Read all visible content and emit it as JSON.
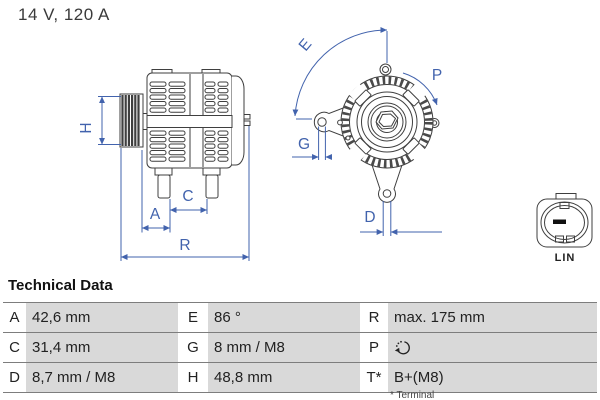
{
  "header": {
    "rating": "14 V, 120 A"
  },
  "diagram": {
    "dim_labels": {
      "H": "H",
      "A": "A",
      "C": "C",
      "R": "R",
      "E": "E",
      "G": "G",
      "P": "P",
      "D": "D"
    },
    "connector": {
      "label": "LIN"
    },
    "colors": {
      "line": "#3f3f3f",
      "dimension": "#4263ad"
    }
  },
  "table": {
    "title": "Technical Data",
    "rows": [
      [
        {
          "label": "A",
          "value": "42,6 mm"
        },
        {
          "label": "E",
          "value": "86 °"
        },
        {
          "label": "R",
          "value": "max. 175 mm"
        }
      ],
      [
        {
          "label": "C",
          "value": "31,4 mm"
        },
        {
          "label": "G",
          "value": "8 mm / M8"
        },
        {
          "label": "P",
          "value": "",
          "value_icon": "rotation-clockwise"
        }
      ],
      [
        {
          "label": "D",
          "value": "8,7 mm / M8"
        },
        {
          "label": "H",
          "value": "48,8 mm"
        },
        {
          "label": "T*",
          "value": "B+(M8)"
        }
      ]
    ],
    "footnote": "* Terminal"
  }
}
